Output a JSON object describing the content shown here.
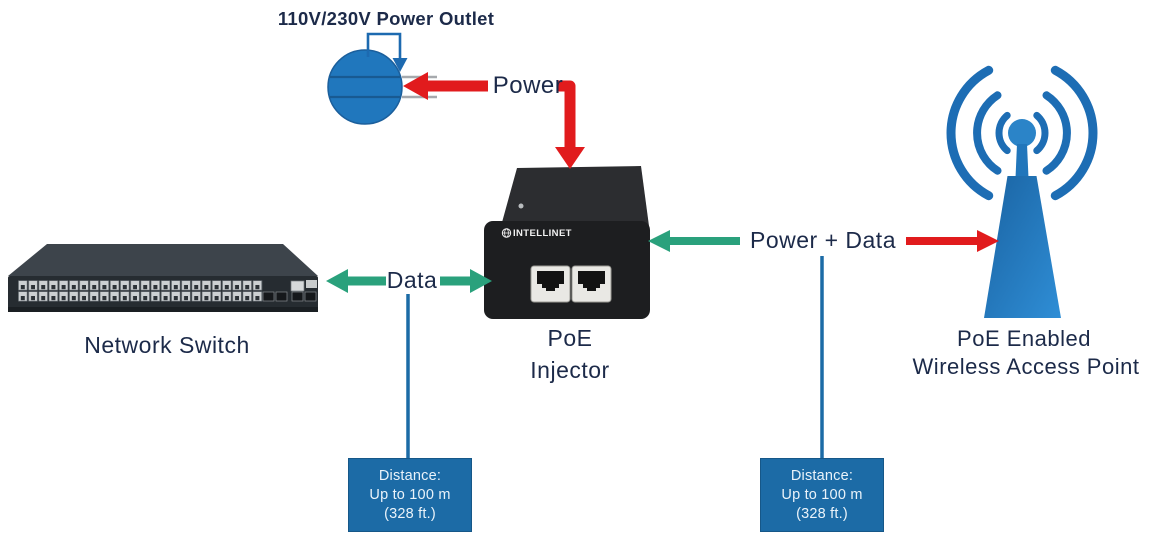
{
  "colors": {
    "navy": "#1c2a49",
    "red": "#e11b1d",
    "green": "#2aa17c",
    "blue": "#1c6ba6",
    "icon_blue": "#2077bd"
  },
  "outlet": {
    "label": "110V/230V Power Outlet"
  },
  "network_switch": {
    "label": "Network Switch"
  },
  "injector": {
    "label_line1": "PoE",
    "label_line2": "Injector",
    "brand": "INTELLINET"
  },
  "access_point": {
    "label_line1": "PoE Enabled",
    "label_line2": "Wireless Access Point"
  },
  "arrows": {
    "power_label": "Power",
    "data_label": "Data",
    "power_data_label": "Power + Data"
  },
  "distance_left": {
    "line1": "Distance:",
    "line2": "Up to 100 m",
    "line3": "(328 ft.)"
  },
  "distance_right": {
    "line1": "Distance:",
    "line2": "Up to 100 m",
    "line3": "(328 ft.)"
  }
}
